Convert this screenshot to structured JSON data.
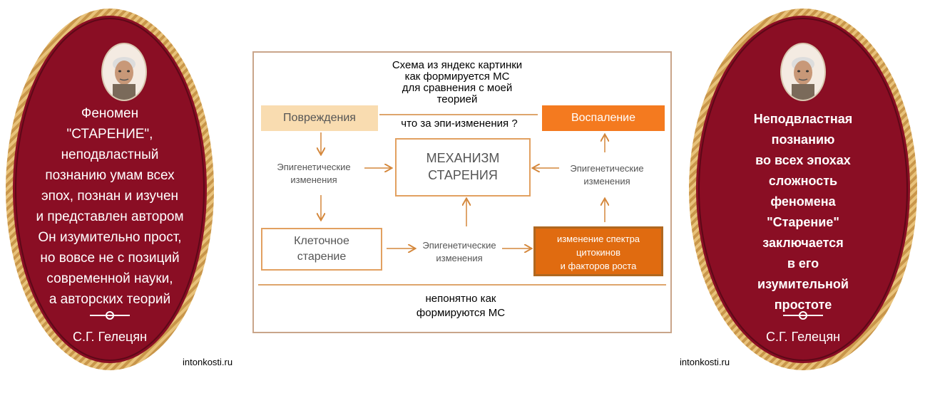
{
  "left_medal": {
    "lines": [
      "Феномен",
      "\"СТАРЕНИЕ\",",
      "неподвластный",
      "познанию умам всех",
      "эпох, познан и изучен",
      "и представлен автором",
      "Он изумительно прост,",
      "но вовсе не с позиций",
      "современной науки,",
      "а авторских теорий"
    ],
    "signature": "С.Г. Гелецян",
    "site": "intonkosti.ru"
  },
  "right_medal": {
    "lines": [
      "Неподвластная",
      "познанию",
      "во всех эпохах",
      "сложность",
      "феномена",
      "\"Старение\"",
      "заключается",
      "в его",
      "изумительной",
      "простоте"
    ],
    "signature": "С.Г. Гелецян",
    "site": "intonkosti.ru"
  },
  "diagram": {
    "header_note": [
      "Схема из яндекс картинки",
      "как формируется МС",
      "для сравнения с моей",
      "теорией"
    ],
    "question": "что за эпи-изменения ?",
    "damage": "Повреждения",
    "inflammation": "Воспаление",
    "mechanism": [
      "МЕХАНИЗМ",
      "СТАРЕНИЯ"
    ],
    "epi_left": [
      "Эпигенетические",
      "изменения"
    ],
    "epi_right": [
      "Эпигенетические",
      "изменения"
    ],
    "epi_bottom": [
      "Эпигенетические",
      "изменения"
    ],
    "cell_aging": [
      "Клеточное",
      "старение"
    ],
    "cytokines": [
      "изменение спектра",
      "цитокинов",
      "и факторов роста"
    ],
    "footer_note": [
      "непонятно как",
      "формируются МС"
    ]
  },
  "colors": {
    "medal_red": "#8a0e24",
    "gold": "#c9964a",
    "damage_fill": "#f9dcb0",
    "inflammation_fill": "#f47a1f",
    "cytokine_fill": "#e06b10",
    "box_border": "#e2a060",
    "arrow": "#d4873b"
  }
}
